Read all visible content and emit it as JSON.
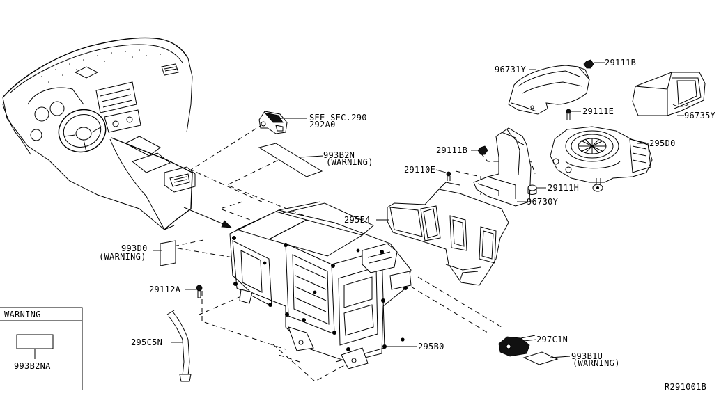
{
  "diagram": {
    "reference_code": "R291001B",
    "warning_box": {
      "title": "WARNING",
      "part": "993B2NA"
    },
    "labels": {
      "see_sec": "SEE SEC.290",
      "p292A0": "292A0",
      "p993B2N": "993B2N",
      "p993B2N_sub": "(WARNING)",
      "p993D0": "993D0",
      "p993D0_sub": "(WARNING)",
      "p29112A": "29112A",
      "p295C5N": "295C5N",
      "p295B0": "295B0",
      "p295E4": "295E4",
      "p29110E": "29110E",
      "p29111B_a": "29111B",
      "p96730Y": "96730Y",
      "p29111H": "29111H",
      "p96731Y": "96731Y",
      "p29111B_b": "29111B",
      "p29111E": "29111E",
      "p96735Y": "96735Y",
      "p295D0": "295D0",
      "p297C1N": "297C1N",
      "p993B1U": "993B1U",
      "p993B1U_sub": "(WARNING)"
    }
  }
}
